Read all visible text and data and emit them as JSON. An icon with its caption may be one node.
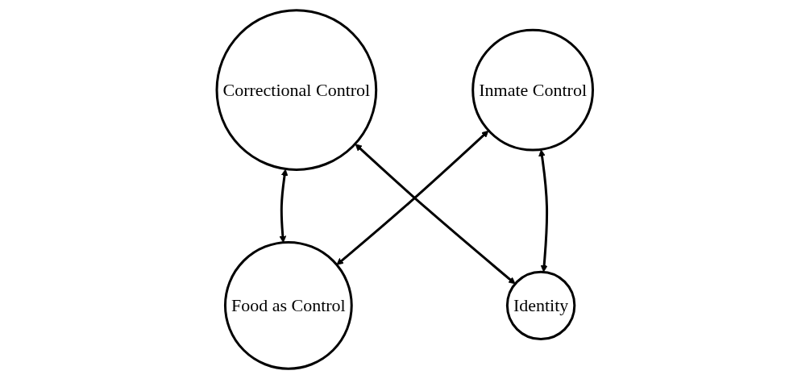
{
  "diagram": {
    "nodes": [
      {
        "text": [
          "Correctional Control"
        ]
      },
      {
        "text": [
          "Inmate Control"
        ]
      },
      {
        "text": [
          "Food as Control"
        ]
      },
      {
        "text": [
          "Identity"
        ]
      }
    ],
    "edges": [
      {
        "from": 0,
        "to": 2,
        "arrow": "both"
      },
      {
        "from": 0,
        "to": 3,
        "arrow": "both"
      },
      {
        "from": 1,
        "to": 2,
        "arrow": "both"
      },
      {
        "from": 1,
        "to": 3,
        "arrow": "both"
      }
    ]
  }
}
